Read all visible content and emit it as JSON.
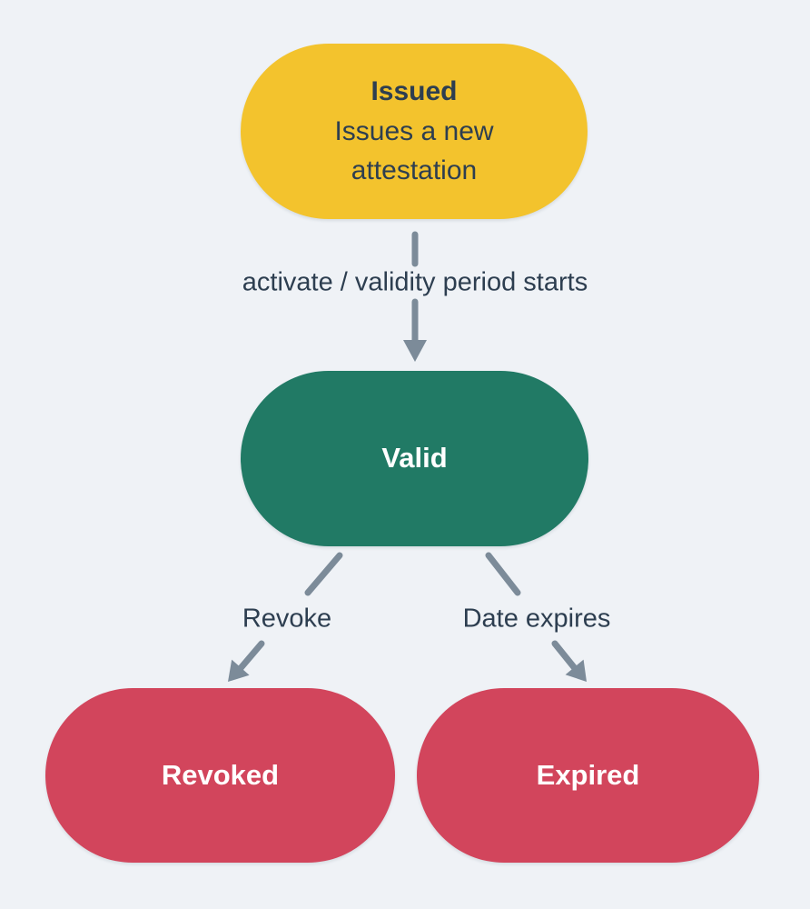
{
  "diagram": {
    "type": "state-diagram",
    "background": "#EFF2F6",
    "arrow_color": "#7C8B99",
    "label_color": "#2D3E50",
    "nodes": {
      "issued": {
        "title": "Issued",
        "subtitle": "Issues a new attestation",
        "fill": "#F3C32D",
        "text_color": "#2D3E50"
      },
      "valid": {
        "title": "Valid",
        "fill": "#217A65",
        "text_color": "#FFFFFF"
      },
      "revoked": {
        "title": "Revoked",
        "fill": "#D2455C",
        "text_color": "#FFFFFF"
      },
      "expired": {
        "title": "Expired",
        "fill": "#D2455C",
        "text_color": "#FFFFFF"
      }
    },
    "edges": [
      {
        "from": "Issued",
        "to": "Valid",
        "label": "activate / validity period starts"
      },
      {
        "from": "Valid",
        "to": "Revoked",
        "label": "Revoke"
      },
      {
        "from": "Valid",
        "to": "Expired",
        "label": "Date expires"
      }
    ]
  }
}
